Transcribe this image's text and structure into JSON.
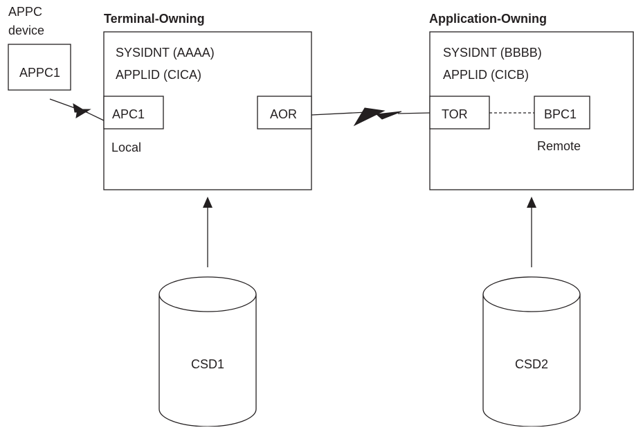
{
  "device": {
    "caption_line1": "APPC",
    "caption_line2": "device",
    "box_label": "APPC1"
  },
  "terminal_region": {
    "title": "Terminal-Owning",
    "sysidnt": "SYSIDNT (AAAA)",
    "applid": "APPLID (CICA)",
    "local_connection": "APC1",
    "local_caption": "Local",
    "remote_connection": "AOR"
  },
  "application_region": {
    "title": "Application-Owning",
    "sysidnt": "SYSIDNT (BBBB)",
    "applid": "APPLID (CICB)",
    "connection": "TOR",
    "remote_definition": "BPC1",
    "remote_caption": "Remote"
  },
  "data_sets": [
    {
      "label": "CSD1"
    },
    {
      "label": "CSD2"
    }
  ],
  "colors": {
    "ink": "#231f20",
    "background": "#ffffff"
  }
}
